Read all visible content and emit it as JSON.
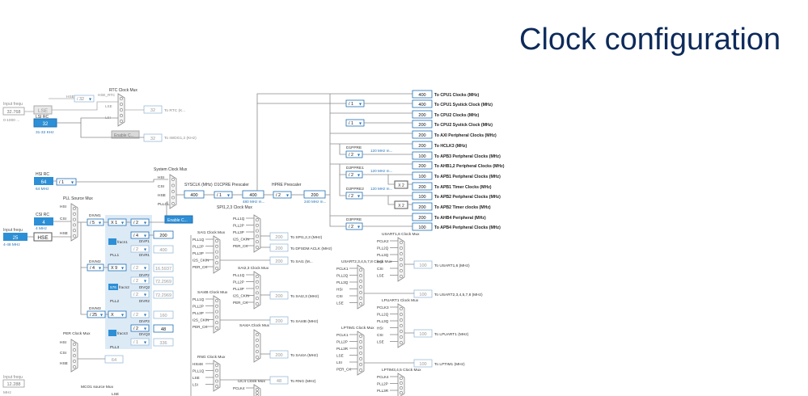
{
  "slide_title": "Clock configuration",
  "inputs": {
    "lse_freq_label": "Input frequ",
    "lse_value": "32.768",
    "lse_range": "0-1000 ...",
    "lse_name": "LSE",
    "lsi_label": "LSI RC",
    "lsi_value": "32",
    "lsi_unit": "31-32 KHz",
    "hsi_label": "HSI RC",
    "hsi_value": "64",
    "hsi_unit": "64 MHz",
    "csi_label": "CSI RC",
    "csi_value": "4",
    "csi_unit": "4 MHz",
    "hse_freq_label": "Input frequ",
    "hse_value": "25",
    "hse_name": "HSE",
    "hse_range": "4-48 MHz",
    "bottom_freq_label": "Input frequ",
    "bottom_value": "12.288",
    "bottom_unit": "MHz"
  },
  "rtc": {
    "hse_label": "HSE",
    "div_label": "/ 32",
    "hse_rtc": "HSE_RTC",
    "mux_title": "RTC Clock Mux",
    "lse": "LSE",
    "lsi": "LSI",
    "out_value": "32",
    "out_label": "To RTC (K...",
    "enable_btn": "Enable C...",
    "iwdg_value": "32",
    "iwdg_label": "To IWDG1,2 (KHz)"
  },
  "pll": {
    "hsi_div": "/ 1",
    "mux_title": "PLL Source Mux",
    "hsi": "HSI",
    "csi": "CSI",
    "hse": "HSE",
    "divm1_label": "DIVM1",
    "divm1_val": "/ 5",
    "divn1_label": "X 1",
    "divn1_val": "/ 2",
    "divp1_val": "/ 4",
    "divp1_out": "200",
    "divq1_val": "/ 2",
    "divq1_out": "400",
    "fracn1": "fracn1",
    "divr1": "DIVR1",
    "pll1": "PLL1",
    "divm2_label": "DIVM2",
    "divm2_val": "/ 4",
    "divn2": "X 9",
    "divp2_val": "/ 2",
    "divp2_out": "16.5937",
    "divq2_val": "/ 2",
    "divq2_out": "72.2969",
    "fracn2_box": "576",
    "fracn2": "fracn2",
    "divr2_val": "/ 2",
    "divr2_out": "72.2969",
    "pll2": "PLL2",
    "divm3_label": "DIVM3",
    "divm3_val": "/ 25",
    "divn3": "X",
    "divp3_val": "/ 2",
    "divp3_out": "160",
    "divq3_val": "/ 2",
    "divq3_out": "48",
    "fracn3": "fracn3",
    "divr3_val": "/ 1",
    "divr3_out": "336",
    "pll3": "PLL3",
    "divp1_label": "DIVP1",
    "divq1_label": "DIVQ1",
    "divp2_label": "DIVP2",
    "divq2_label": "DIVQ2",
    "divr2_label": "DIVR2",
    "divp3_label": "DIVP3",
    "divq3_label": "DIVQ3"
  },
  "sysclk": {
    "mux_title": "System Clock Mux",
    "hsi": "HSI",
    "csi": "CSI",
    "hse": "HSE",
    "pllclk": "PLLCLK",
    "enable_btn": "Enable C...",
    "sysclk_label": "SYSCLK (MHz)",
    "sysclk_value": "400",
    "d1cpre_label": "D1CPRE Prescaler",
    "d1cpre_val": "/ 1",
    "cpu_value": "400",
    "cpu_max": "480 MHz m...",
    "hpre_label": "HPRE Prescaler",
    "hpre_val": "/ 2",
    "hclk_value": "200",
    "hclk_max": "240 MHz m...",
    "spi_mux": "SPI1,2,3 Clock Mux"
  },
  "right_outputs": [
    {
      "value": "400",
      "label": "To CPU1 Clocks (MHz)"
    },
    {
      "value": "400",
      "label": "To CPU1 Systick Clock (MHz)"
    },
    {
      "value": "200",
      "label": "To CPU2 Clocks (MHz)"
    },
    {
      "value": "200",
      "label": "To CPU2 Systick Clock (MHz)"
    },
    {
      "value": "200",
      "label": "To AXI Peripheral Clocks (MHz)"
    },
    {
      "value": "200",
      "label": "To HCLK3 (MHz)"
    },
    {
      "value": "100",
      "label": "To APB3 Peripheral Clocks (MHz)"
    },
    {
      "value": "200",
      "label": "To AHB1,2 Peripheral Clocks (MHz)"
    },
    {
      "value": "100",
      "label": "To APB1 Peripheral Clocks (MHz)"
    },
    {
      "value": "200",
      "label": "To APB1 Timer Clocks (MHz)"
    },
    {
      "value": "100",
      "label": "To APB2 Peripheral Clocks (MHz)"
    },
    {
      "value": "200",
      "label": "To APB2 Timer clocks (MHz)"
    },
    {
      "value": "200",
      "label": "To AHB4 Peripheral (MHz)"
    },
    {
      "value": "100",
      "label": "To APB4 Peripheral Clocks (MHz)"
    }
  ],
  "prescalers": {
    "cpu_div": "/ 1",
    "cpu2_div": "/ 1",
    "d1ppre": "D1PPRE",
    "d1ppre_val": "/ 2",
    "d1ppre_max": "120 MHz m...",
    "d2ppre1": "D2PPRE1",
    "d2ppre1_val": "/ 2",
    "d2ppre1_max": "120 MHz m...",
    "d2ppre2": "D2PPRE2",
    "d2ppre2_val": "/ 2",
    "d2ppre2_max": "120 MHz m...",
    "d3ppre": "D3PPRE",
    "d3ppre_val": "/ 2",
    "x2": "X 2"
  },
  "periph_mux": {
    "sai1_title": "SAI1 Clock Mux",
    "sai1_inputs": [
      "PLL1Q",
      "PLL2P",
      "PLL3P",
      "I2S_CKIN",
      "PER_CK"
    ],
    "spi_value": "200",
    "spi_label": "To SPI1,2,3 (MHz)",
    "dfsdm_value": "200",
    "dfsdm_label": "To DFSDM ACLK (MHz)",
    "sai1_value": "200",
    "sai1_label": "To SAI1 (M...",
    "spi_inputs": [
      "PLL1Q",
      "PLL2P",
      "PLL3P",
      "I2S_CKIN",
      "PER_CK"
    ],
    "sai23_title": "SAI2,3 Clock Mux",
    "sai23_inputs": [
      "PLL1Q",
      "PLL2P",
      "PLL3P",
      "I2S_CKIN",
      "PER_CK"
    ],
    "sai23_value": "200",
    "sai23_label": "To SAI2,3 (MHz)",
    "sai4b_title": "SAI4B Clock Mux",
    "sai4b_inputs": [
      "PLL1Q",
      "PLL2P",
      "PLL3P",
      "I2S_CKIN",
      "PER_CK"
    ],
    "sai4b_value": "200",
    "sai4b_label": "To SAI4B (MHz)",
    "sai4a_title": "SAI4A Clock Mux",
    "sai4a_value": "200",
    "sai4a_label": "To SAI4A (MHz)",
    "rng_title": "RNG Clock Mux",
    "rng_inputs": [
      "HSI48",
      "PLL1Q",
      "LSE",
      "LSI"
    ],
    "rng_value": "48",
    "rng_label": "To RNG (MHz)",
    "i2c4_title": "I2C4 Clock Mux",
    "i2c4_inputs": [
      "PCLK4"
    ],
    "usart16_title": "USART1,6 Clock Mux",
    "usart16_inputs": [
      "PCLK2",
      "PLL2Q",
      "PLL3Q",
      "HSI",
      "CSI",
      "LSE"
    ],
    "usart16_value": "100",
    "usart16_label": "To USART1,6 (MHz)",
    "usart2_title": "USART2,3,4,5,7,8 Clock Mux",
    "usart2_inputs": [
      "PCLK1",
      "PLL2Q",
      "PLL3Q",
      "HSI",
      "CSI",
      "LSE"
    ],
    "usart2_value": "100",
    "usart2_label": "To USART2,3,4,5,7,8 (MHz)",
    "lpuart_title": "LPUART1 Clock Mux",
    "lpuart_inputs": [
      "PCLK3",
      "PLL2Q",
      "PLL3Q",
      "HSI",
      "CSI",
      "LSE"
    ],
    "lpuart_value": "100",
    "lpuart_label": "To LPUART1 (MHz)",
    "lptim1_title": "LPTIM1 Clock Mux",
    "lptim1_inputs": [
      "PCLK1",
      "PLL2P",
      "PLL3R",
      "LSE",
      "LSI",
      "PER_CK"
    ],
    "lptim1_value": "100",
    "lptim1_label": "To LPTIM1 (MHz)",
    "lptim345_title": "LPTIM3,4,5 Clock Mux",
    "lptim345_inputs": [
      "PCLK4",
      "PLL2P",
      "PLL3R"
    ],
    "per_title": "PER Clock Mux",
    "per_inputs": [
      "HSI",
      "CSI",
      "HSE"
    ],
    "per_value": "64",
    "mco1_title": "MCO1 source Mux",
    "mco1_lse": "LSE"
  }
}
